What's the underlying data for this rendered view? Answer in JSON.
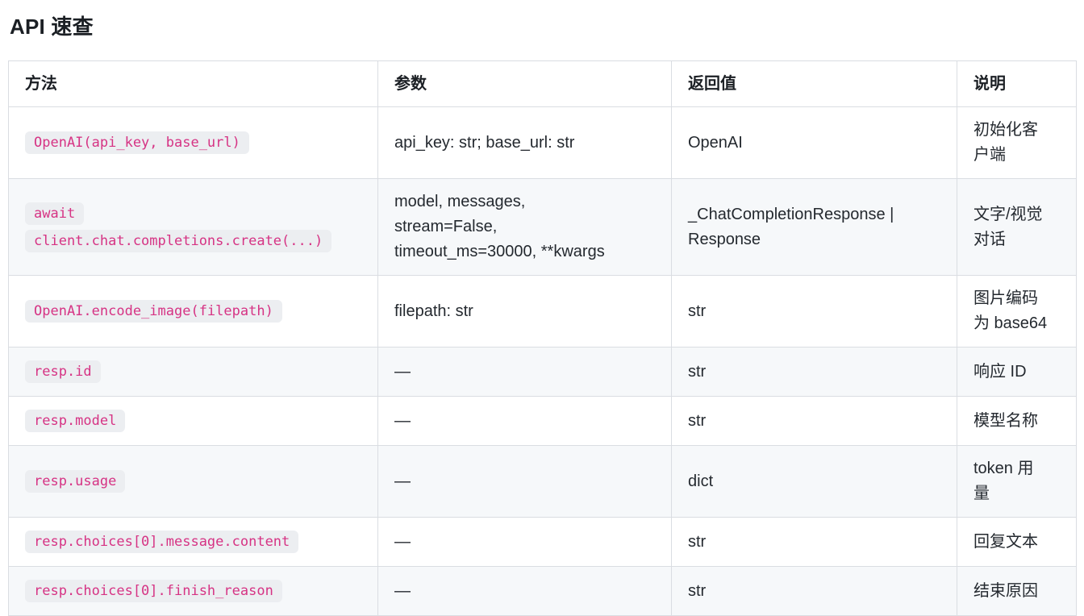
{
  "page": {
    "title": "API 速查"
  },
  "colors": {
    "code_text": "#d63384",
    "code_chip_bg": "#eceef1",
    "row_stripe_bg": "#f6f8fa",
    "table_border": "#dadde2",
    "body_text": "#24292f"
  },
  "table": {
    "headers": [
      "方法",
      "参数",
      "返回值",
      "说明"
    ],
    "rows": [
      {
        "method": "OpenAI(api_key, base_url)",
        "params": "api_key: str; base_url: str",
        "returns": "OpenAI",
        "desc": "初始化客\n户端"
      },
      {
        "method": "await\nclient.chat.completions.create(...)",
        "params": "model, messages,\nstream=False,\ntimeout_ms=30000, **kwargs",
        "returns": "_ChatCompletionResponse |\nResponse",
        "desc": "文字/视觉\n对话"
      },
      {
        "method": "OpenAI.encode_image(filepath)",
        "params": "filepath: str",
        "returns": "str",
        "desc": "图片编码\n为 base64"
      },
      {
        "method": "resp.id",
        "params": "—",
        "returns": "str",
        "desc": "响应 ID"
      },
      {
        "method": "resp.model",
        "params": "—",
        "returns": "str",
        "desc": "模型名称"
      },
      {
        "method": "resp.usage",
        "params": "—",
        "returns": "dict",
        "desc": "token 用\n量"
      },
      {
        "method": "resp.choices[0].message.content",
        "params": "—",
        "returns": "str",
        "desc": "回复文本"
      },
      {
        "method": "resp.choices[0].finish_reason",
        "params": "—",
        "returns": "str",
        "desc": "结束原因"
      }
    ]
  }
}
